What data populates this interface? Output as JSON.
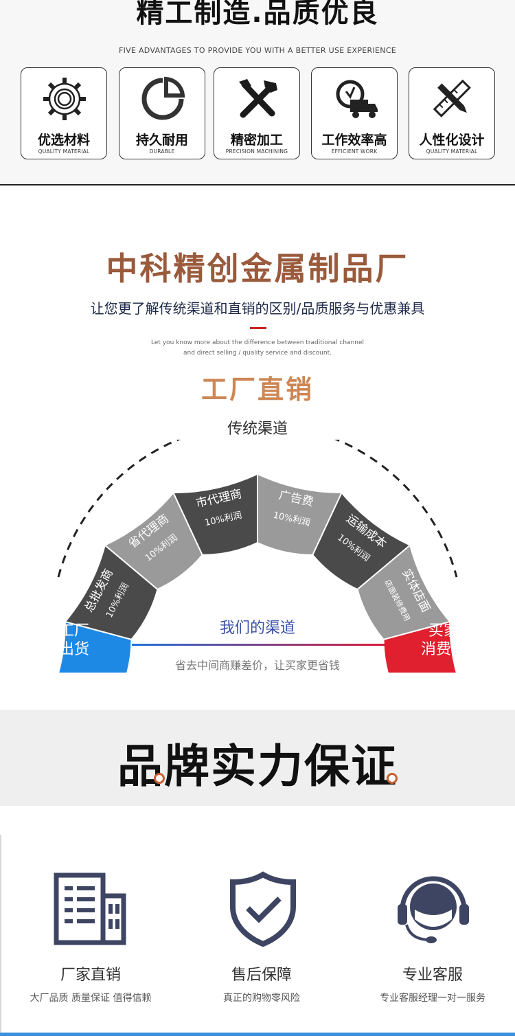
{
  "section1": {
    "title": "精工制造.品质优良",
    "subtitle": "FIVE ADVANTAGES TO PROVIDE YOU WITH A BETTER USE EXPERIENCE",
    "advantages": [
      {
        "icon": "gear-icon",
        "title": "优选材料",
        "subtitle": "QUALITY MATERIAL"
      },
      {
        "icon": "pie-chart-icon",
        "title": "持久耐用",
        "subtitle": "DURABLE"
      },
      {
        "icon": "tools-icon",
        "title": "精密加工",
        "subtitle": "PRECISION MACHINING"
      },
      {
        "icon": "delivery-truck-icon",
        "title": "工作效率高",
        "subtitle": "EFFICIENT WORK"
      },
      {
        "icon": "ruler-pencil-icon",
        "title": "人性化设计",
        "subtitle": "QUALITY MATERIAL"
      }
    ]
  },
  "section2": {
    "company": "中科精创金属制品厂",
    "tagline": "让您更了解传统渠道和直销的区别/品质服务与优惠兼具",
    "english_line1": "Let you know more about the difference between traditional channel",
    "english_line2": "and direct selling / quality service and discount.",
    "factory_direct": "工厂直销",
    "traditional_channel": "传统渠道",
    "start_label_1": "工厂",
    "start_label_2": "出货",
    "end_label_1": "买家",
    "end_label_2": "消费者",
    "segments": [
      {
        "name": "总批发商",
        "profit": "10%利润"
      },
      {
        "name": "省代理商",
        "profit": "10%利润"
      },
      {
        "name": "市代理商",
        "profit": "10%利润"
      },
      {
        "name": "广告费",
        "profit": "10%利润"
      },
      {
        "name": "运输成本",
        "profit": "10%利润"
      },
      {
        "name": "实体店面",
        "profit": "店面装修费用"
      }
    ],
    "our_channel": "我们的渠道",
    "save_text": "省去中间商赚差价，让买家更省钱",
    "colors": {
      "start": "#1e88e5",
      "end": "#e0202e",
      "dark": "#4a4a4a",
      "light": "#9a9a9a"
    }
  },
  "section3": {
    "title": "品牌实力保证"
  },
  "section4": {
    "services": [
      {
        "icon": "building-icon",
        "title": "厂家直销",
        "subtitle": "大厂品质 质量保证 值得信赖"
      },
      {
        "icon": "shield-check-icon",
        "title": "售后保障",
        "subtitle": "真正的购物零风险"
      },
      {
        "icon": "headset-icon",
        "title": "专业客服",
        "subtitle": "专业客服经理一对一服务"
      }
    ]
  }
}
